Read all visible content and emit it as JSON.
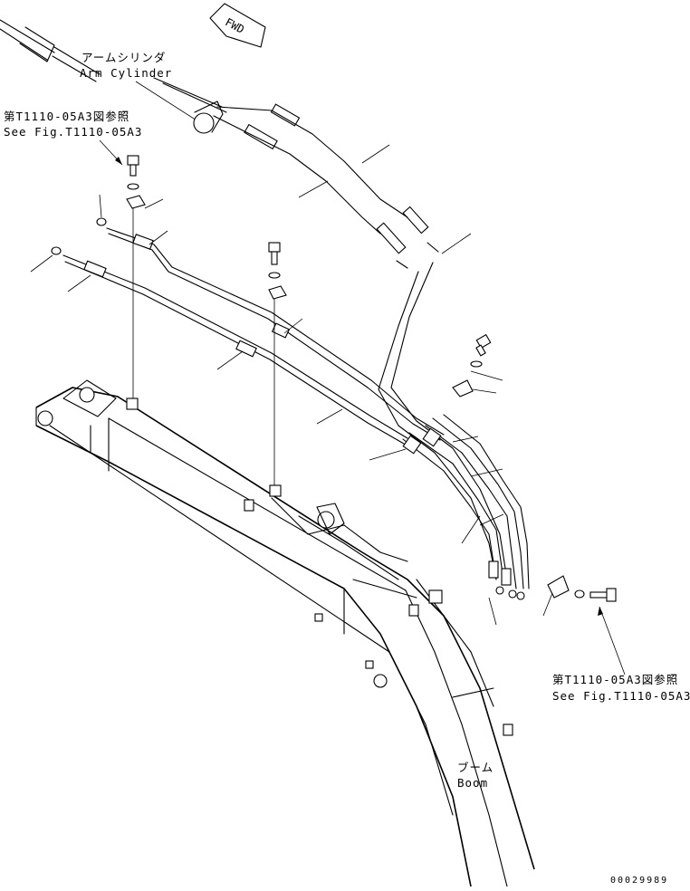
{
  "labels": {
    "arm_cylinder_jp": "アームシリンダ",
    "arm_cylinder_en": "Arm Cylinder",
    "ref_top_jp": "第T1110-05A3図参照",
    "ref_top_en": "See Fig.T1110-05A3",
    "ref_bottom_jp": "第T1110-05A3図参照",
    "ref_bottom_en": "See Fig.T1110-05A3",
    "boom_jp": "ブーム",
    "boom_en": "Boom",
    "fwd": "FWD",
    "doc_number": "00029989"
  },
  "colors": {
    "line": "#000000",
    "background": "#ffffff"
  }
}
